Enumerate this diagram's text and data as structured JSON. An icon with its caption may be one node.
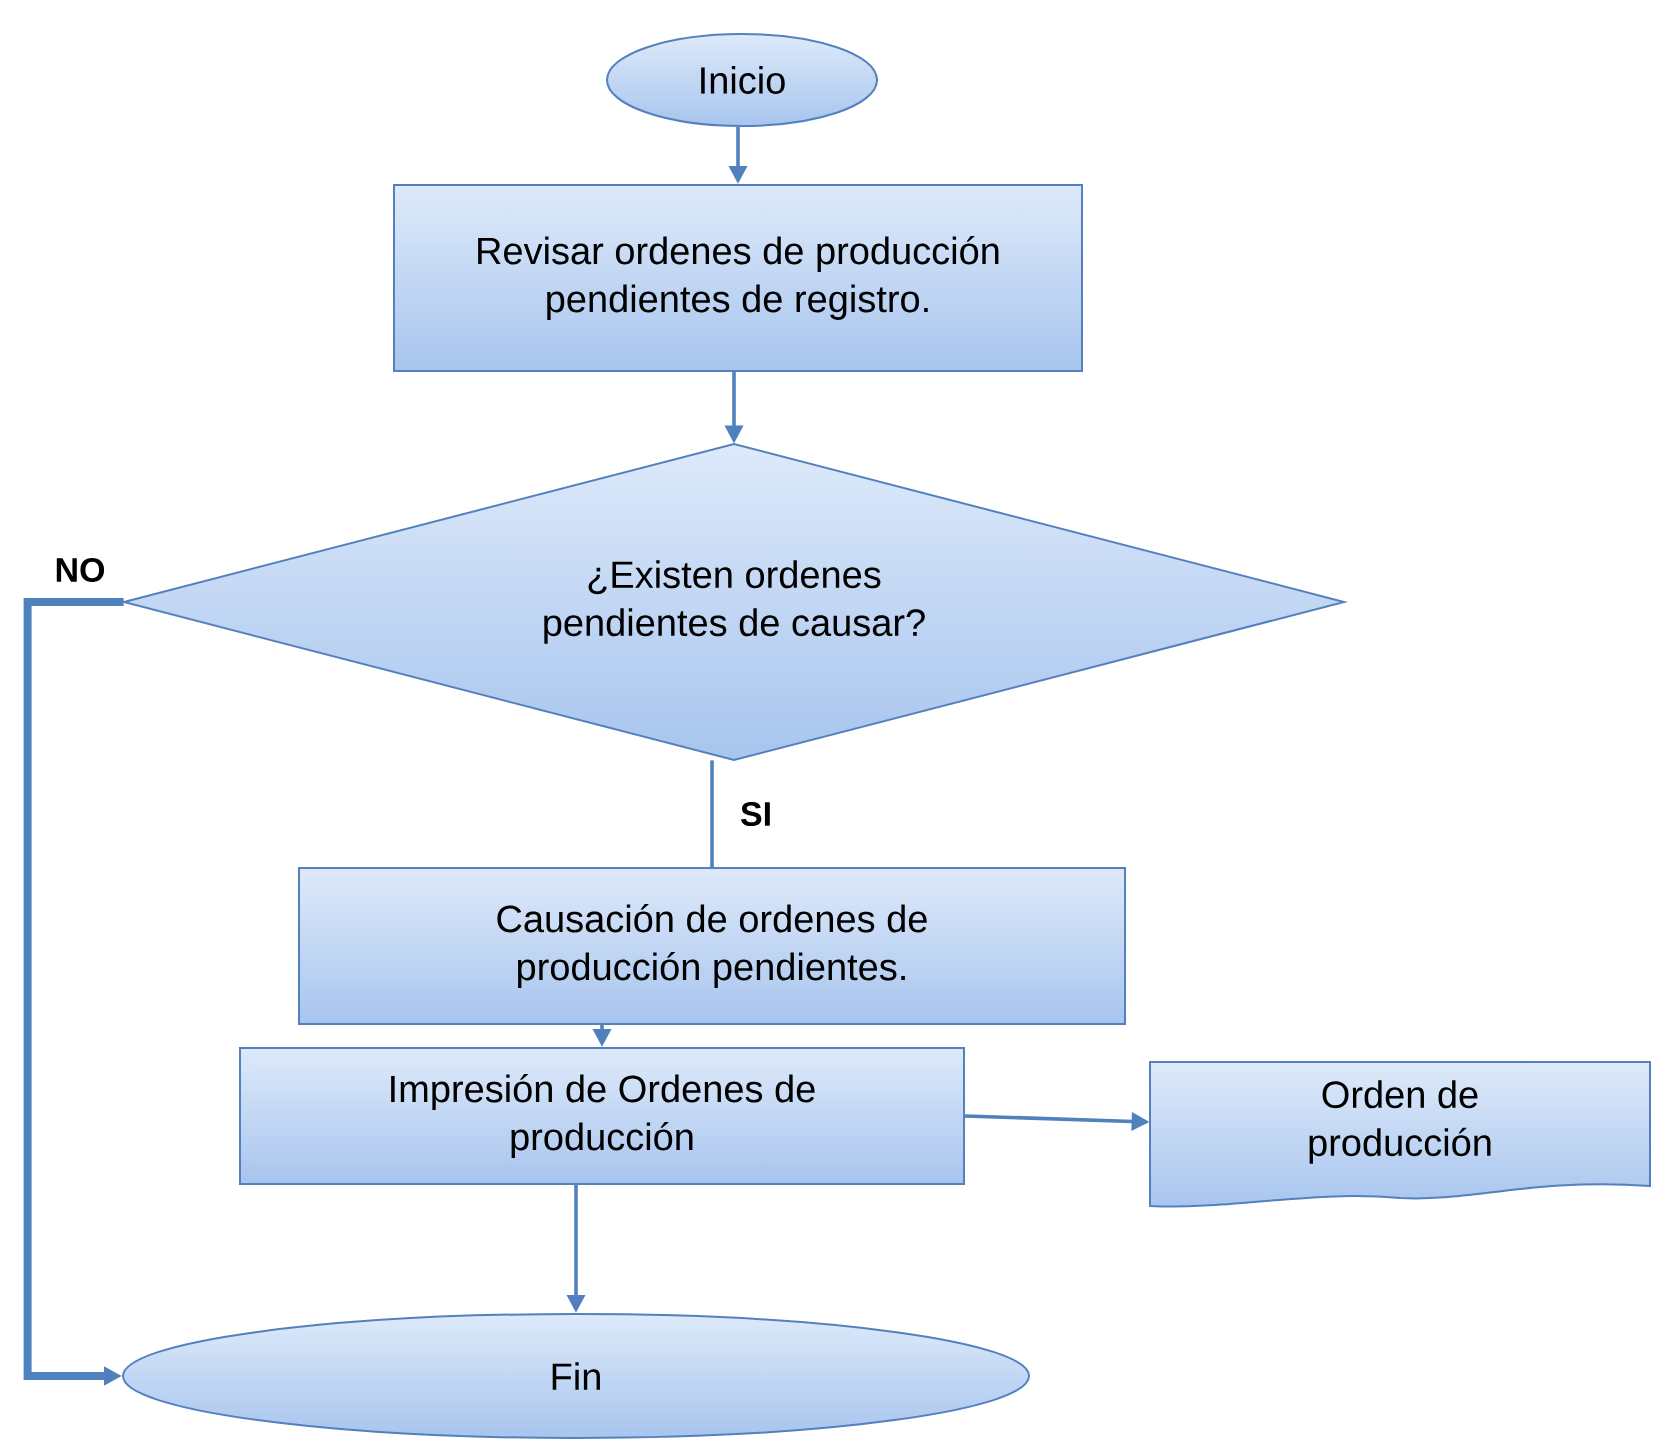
{
  "diagram": {
    "nodes": [
      {
        "text": [
          "Inicio"
        ]
      },
      {
        "text": [
          "Revisar ordenes de producción pendientes de registro."
        ]
      },
      {
        "text": [
          "¿Existen ordenes pendientes de causar?"
        ]
      },
      {
        "text": [
          "Causación de ordenes de producción pendientes."
        ]
      },
      {
        "text": [
          "Impresión de Ordenes de producción"
        ]
      },
      {
        "text": [
          "Orden de producción"
        ]
      },
      {
        "text": [
          "Fin"
        ]
      }
    ],
    "edges": [
      {
        "from": 0,
        "to": 1,
        "arrow": "to"
      },
      {
        "from": 1,
        "to": 2,
        "arrow": "to"
      },
      {
        "from": 2,
        "to": 3,
        "arrow": "none",
        "label": "SI"
      },
      {
        "from": 3,
        "to": 4,
        "arrow": "to"
      },
      {
        "from": 4,
        "to": 5,
        "arrow": "to"
      },
      {
        "from": 4,
        "to": 6,
        "arrow": "to"
      },
      {
        "from": 2,
        "to": 6,
        "arrow": "to",
        "label": "NO",
        "style": "thick"
      }
    ]
  }
}
